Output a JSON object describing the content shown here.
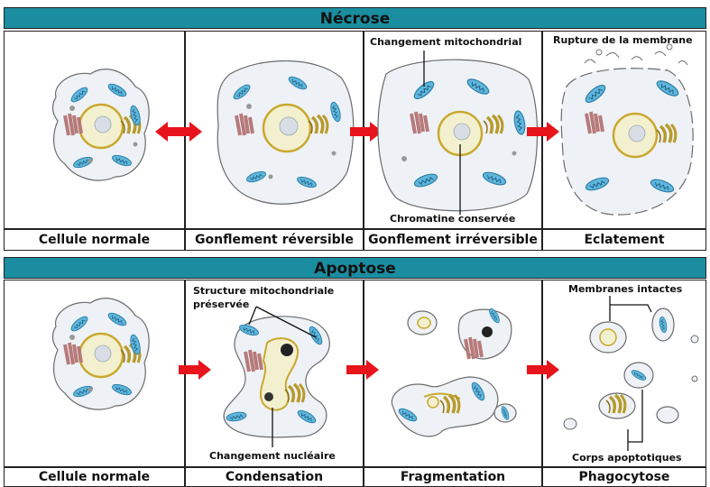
{
  "necrose": {
    "title": "Nécrose",
    "captions": [
      "Cellule normale",
      "Gonflement réversible",
      "Gonflement irréversible",
      "Eclatement"
    ],
    "notes": {
      "mito": "Changement mitochondrial",
      "chromatin": "Chromatine conservée",
      "rupture": "Rupture de la membrane"
    }
  },
  "apoptose": {
    "title": "Apoptose",
    "captions": [
      "Cellule normale",
      "Condensation",
      "Fragmentation",
      "Phagocytose"
    ],
    "notes": {
      "mito_line1": "Structure mitochondriale",
      "mito_line2": "préservée",
      "nuclear": "Changement nucléaire",
      "membranes": "Membranes intactes",
      "bodies": "Corps apoptotiques"
    }
  },
  "colors": {
    "banner": "#1a8da0",
    "arrow": "#e8141b",
    "mitochondria": "#5fb6dc",
    "golgi": "#b89a2a",
    "er": "#b77a7a",
    "nucleus": "#f3f0cf",
    "cytoplasm": "#eef2f6"
  }
}
